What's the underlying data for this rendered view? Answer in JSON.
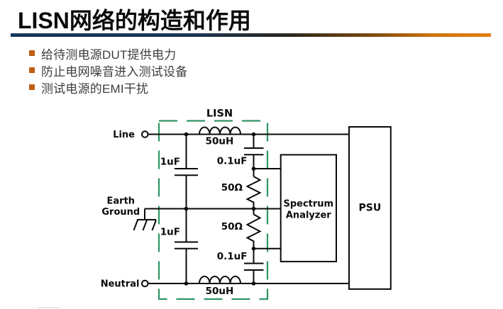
{
  "slide": {
    "title": "LISN网络的构造和作用",
    "bullets": [
      {
        "text": "给待测电源DUT提供电力"
      },
      {
        "text": "防止电网噪音进入测试设备"
      },
      {
        "text": "测试电源的EMI干扰"
      }
    ]
  },
  "diagram": {
    "lisn_box_label": "LISN",
    "terminals": {
      "line": "Line",
      "earth_line1": "Earth",
      "earth_line2": "Ground",
      "neutral": "Neutral"
    },
    "components": {
      "inductor_top": "50uH",
      "inductor_bottom": "50uH",
      "cap_line_to_earth": "1uF",
      "cap_earth_to_neutral": "1uF",
      "cap_line_branch": "0.1uF",
      "cap_neutral_branch": "0.1uF",
      "resistor_top": "50Ω",
      "resistor_bottom": "50Ω"
    },
    "boxes": {
      "spectrum_analyzer_line1": "Spectrum",
      "spectrum_analyzer_line2": "Analyzer",
      "psu": "PSU"
    }
  },
  "colors": {
    "rule_navy": "#16365c",
    "rule_orange": "#e07e0e",
    "bullet_marker": "#bf5e15",
    "lisn_green": "#2e9564",
    "body_text": "#3e3e3e",
    "diagram_ink": "#0a0a0a"
  }
}
